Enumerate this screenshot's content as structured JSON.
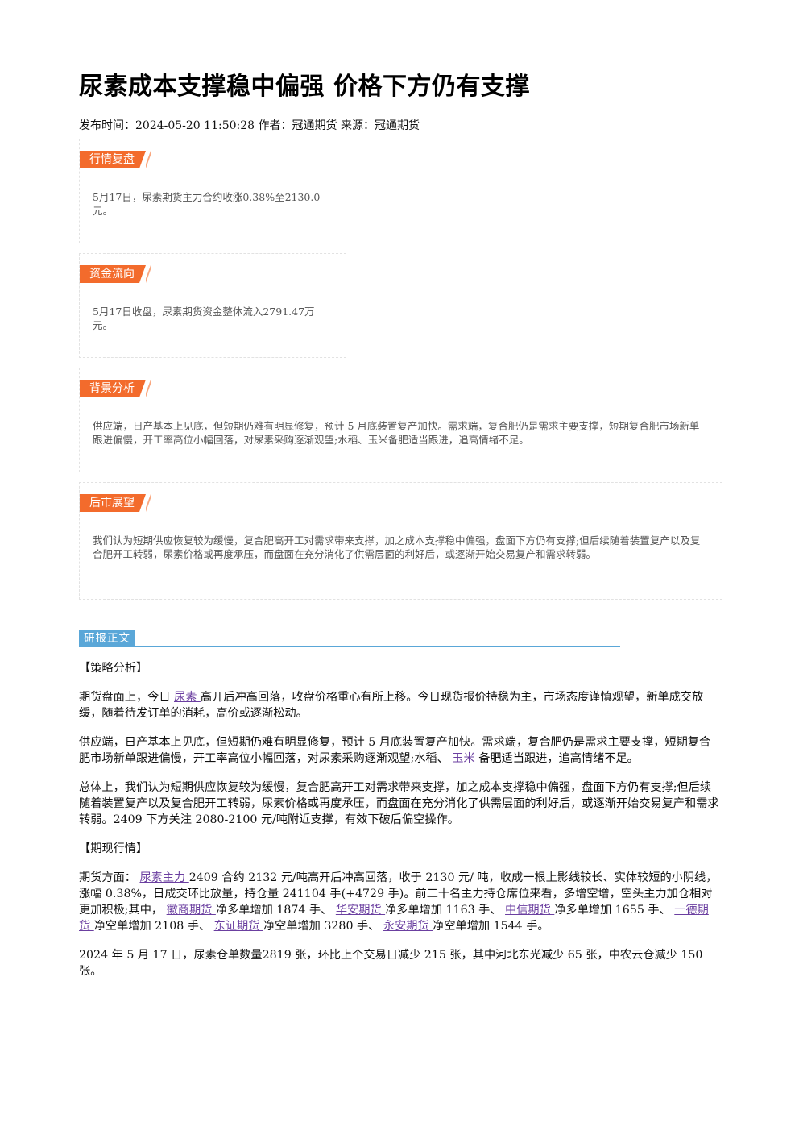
{
  "article": {
    "title": "尿素成本支撑稳中偏强 价格下方仍有支撑",
    "meta": "发布时间：2024-05-20 11:50:28 作者：冠通期货 来源：冠通期货"
  },
  "cards": [
    {
      "tag": "行情复盘",
      "text": "5月17日，尿素期货主力合约收涨0.38%至2130.0元。"
    },
    {
      "tag": "资金流向",
      "text": "5月17日收盘，尿素期货资金整体流入2791.47万元。"
    },
    {
      "tag": "背景分析",
      "text": "供应端，日产基本上见底，但短期仍难有明显修复，预计 5 月底装置复产加快。需求端，复合肥仍是需求主要支撑，短期复合肥市场新单跟进偏慢，开工率高位小幅回落，对尿素采购逐渐观望;水稻、玉米备肥适当跟进，追高情绪不足。"
    },
    {
      "tag": "后市展望",
      "text": "我们认为短期供应恢复较为缓慢，复合肥高开工对需求带来支撑，加之成本支撑稳中偏强，盘面下方仍有支撑;但后续随着装置复产以及复合肥开工转弱，尿素价格或再度承压，而盘面在充分消化了供需层面的利好后，或逐渐开始交易复产和需求转弱。"
    }
  ],
  "report": {
    "section_label": "研报正文",
    "strategy_heading": "【策略分析】",
    "p1": {
      "a": "期货盘面上，今日 ",
      "link": "尿素 ",
      "b": "高开后冲高回落，收盘价格重心有所上移。今日现货报价持稳为主，市场态度谨慎观望，新单成交放缓，随着待发订单的消耗，高价或逐渐松动。"
    },
    "p2": {
      "a": "供应端，日产基本上见底，但短期仍难有明显修复，预计 5 月底装置复产加快。需求端，复合肥仍是需求主要支撑，短期复合肥市场新单跟进偏慢，开工率高位小幅回落，对尿素采购逐渐观望;水稻、 ",
      "link": "玉米 ",
      "b": "备肥适当跟进，追高情绪不足。"
    },
    "p3": "总体上，我们认为短期供应恢复较为缓慢，复合肥高开工对需求带来支撑，加之成本支撑稳中偏强，盘面下方仍有支撑;但后续随着装置复产以及复合肥开工转弱，尿素价格或再度承压，而盘面在充分消化了供需层面的利好后，或逐渐开始交易复产和需求转弱。2409 下方关注 2080-2100 元/吨附近支撑，有效下破后偏空操作。",
    "market_heading": "【期现行情】",
    "p4": {
      "t1": "期货方面： ",
      "l1": "尿素主力 ",
      "t2": "2409 合约 2132 元/吨高开后冲高回落，收于 2130 元/ 吨，收成一根上影线较长、实体较短的小阴线，涨幅 0.38%，日成交环比放量，持仓量 241104 手(+4729 手)。前二十名主力持仓席位来看，多增空增，空头主力加仓相对更加积极;其中， ",
      "l2": "徽商期货 ",
      "t3": "净多单增加 1874 手、 ",
      "l3": "华安期货 ",
      "t4": "净多单增加 1163 手、 ",
      "l4": "中信期货 ",
      "t5": "净多单增加 1655 手、 ",
      "l5": "一德期货 ",
      "t6": "净空单增加 2108 手、 ",
      "l6": "东证期货 ",
      "t7": "净空单增加 3280 手、 ",
      "l7": "永安期货 ",
      "t8": "净空单增加 1544 手。"
    },
    "p5": "2024 年 5 月 17 日，尿素仓单数量2819 张，环比上个交易日减少 215 张，其中河北东光减少 65 张，中农云仓减少 150 张。"
  },
  "colors": {
    "tag_orange": "#f36b2c",
    "section_blue": "#5aa7d8",
    "link_purple": "#6b3fa0"
  }
}
